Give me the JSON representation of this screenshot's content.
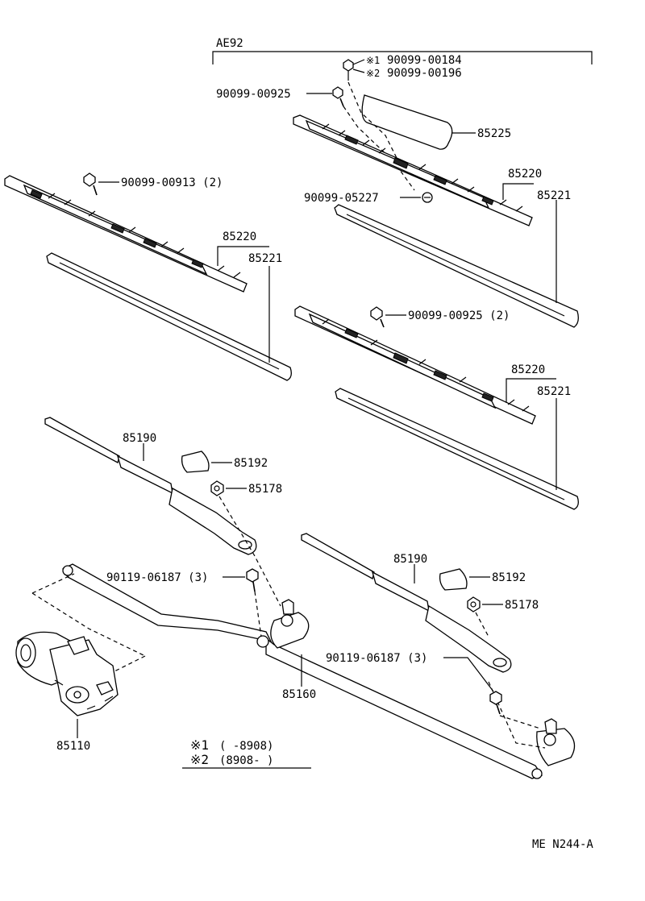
{
  "diagram": {
    "header": {
      "model": "AE92"
    },
    "labels": {
      "note1_part": "90099-00184",
      "note2_part": "90099-00196",
      "screw_top": "90099-00925",
      "cover": "85225",
      "blade_right_top_a": "85220",
      "blade_right_top_b": "85221",
      "clip_right_top": "90099-05227",
      "screw_left": "90099-00913 (2)",
      "blade_left_a": "85220",
      "blade_left_b": "85221",
      "screw_right_mid": "90099-00925 (2)",
      "blade_right_mid_a": "85220",
      "blade_right_mid_b": "85221",
      "arm_left": "85190",
      "cap_left": "85192",
      "nut_left": "85178",
      "bolt_left": "90119-06187 (3)",
      "arm_right": "85190",
      "cap_right": "85192",
      "nut_right": "85178",
      "bolt_right": "90119-06187 (3)",
      "link": "85160",
      "motor": "85110"
    },
    "notes": {
      "mark1": "※1",
      "mark2": "※2",
      "note1_range": "(       -8908)",
      "note2_range": "(8908-       )"
    },
    "footer": {
      "code": "ME N244-A"
    }
  }
}
